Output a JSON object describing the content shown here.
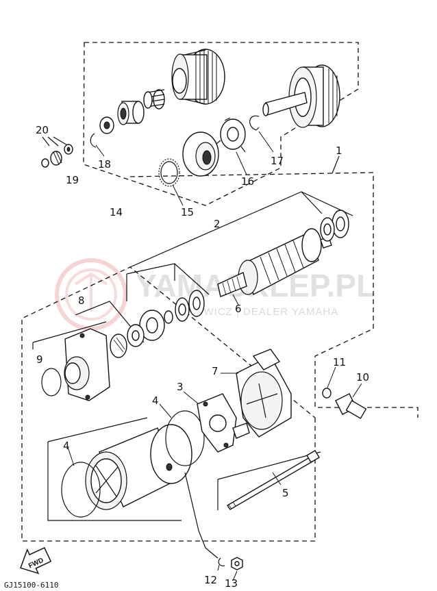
{
  "diagram": {
    "callouts": {
      "c1": "1",
      "c2": "2",
      "c3": "3",
      "c4a": "4",
      "c4b": "4",
      "c5": "5",
      "c6": "6",
      "c7": "7",
      "c8": "8",
      "c9": "9",
      "c10": "10",
      "c11": "11",
      "c12": "12",
      "c13": "13",
      "c14": "14",
      "c15": "15",
      "c16": "16",
      "c17": "17",
      "c18": "18",
      "c19": "19",
      "c20": "20"
    },
    "diagram_code": "GJ15100-6110",
    "fwd_label": "FWD",
    "watermark": {
      "brand": "YAMASKLEP.PL",
      "dealer": "W...OWICZ | DEALER YAMAHA",
      "logo_icon": "yamaha-tuning-fork-logo-icon"
    }
  }
}
